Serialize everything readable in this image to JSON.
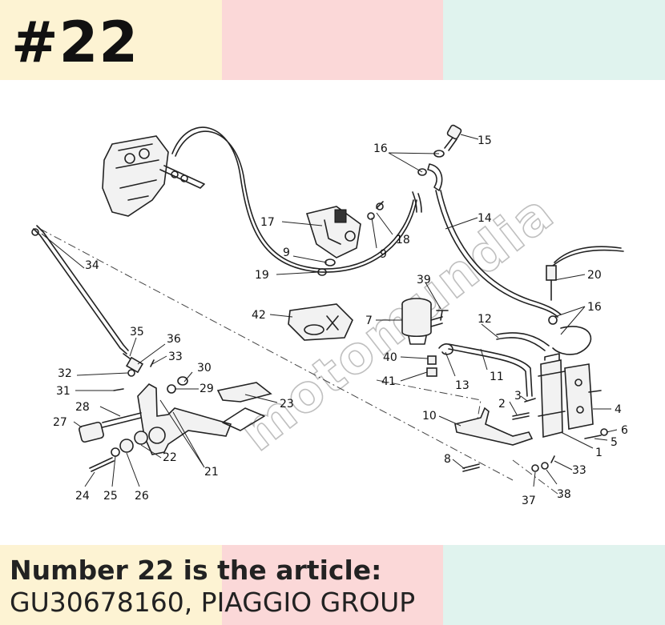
{
  "header": {
    "title": "#22",
    "band_colors": [
      "#fdf3d3",
      "#fbd8d8",
      "#e0f3ee"
    ]
  },
  "diagram": {
    "watermark": "motomundia",
    "labels": {
      "l1": "1",
      "l2": "2",
      "l3": "3",
      "l4": "4",
      "l5": "5",
      "l6": "6",
      "l7": "7",
      "l8": "8",
      "l9a": "9",
      "l9b": "9",
      "l10": "10",
      "l11": "11",
      "l12": "12",
      "l13": "13",
      "l14": "14",
      "l15": "15",
      "l16a": "16",
      "l16b": "16",
      "l17": "17",
      "l18": "18",
      "l19": "19",
      "l20": "20",
      "l21": "21",
      "l22": "22",
      "l23": "23",
      "l24": "24",
      "l25": "25",
      "l26": "26",
      "l27": "27",
      "l28": "28",
      "l29": "29",
      "l30": "30",
      "l31": "31",
      "l32": "32",
      "l33a": "33",
      "l33b": "33",
      "l34": "34",
      "l35": "35",
      "l36": "36",
      "l37": "37",
      "l38": "38",
      "l39": "39",
      "l40": "40",
      "l41": "41",
      "l42": "42"
    }
  },
  "footer": {
    "line1": "Number 22 is the article:",
    "line2": "GU30678160, PIAGGIO GROUP",
    "band_colors": [
      "#fdf3d3",
      "#fbd8d8",
      "#e0f3ee"
    ]
  }
}
